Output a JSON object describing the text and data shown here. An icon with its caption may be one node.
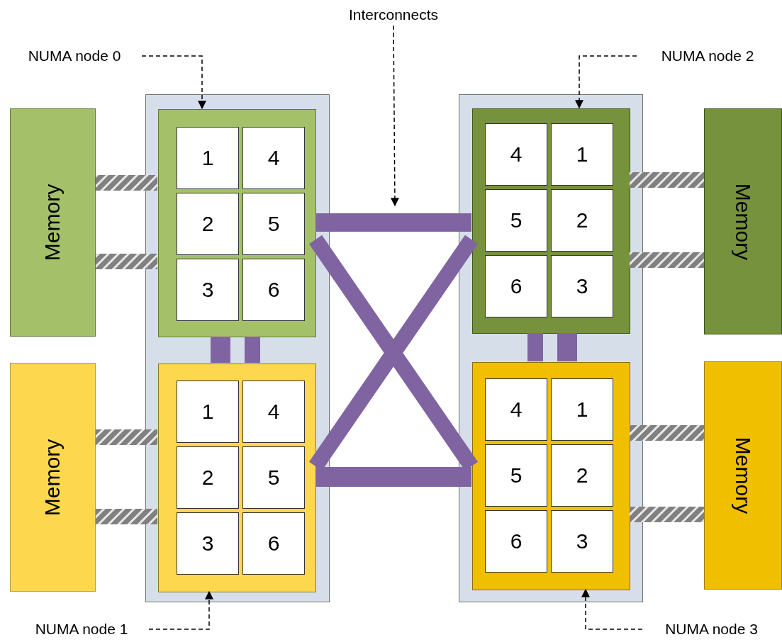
{
  "diagram": {
    "nodes": [
      {
        "text": [],
        "shape": "box"
      },
      {
        "text": [],
        "shape": "box",
        "in": 0
      },
      {
        "text": [
          "1"
        ],
        "in": 1
      },
      {
        "text": [
          "4"
        ],
        "in": 1
      },
      {
        "text": [
          "2"
        ],
        "in": 1
      },
      {
        "text": [
          "5"
        ],
        "in": 1
      },
      {
        "text": [
          "3"
        ],
        "in": 1
      },
      {
        "text": [
          "6"
        ],
        "in": 1
      },
      {
        "text": [],
        "shape": "box",
        "in": 0
      },
      {
        "text": [
          "1"
        ],
        "in": 8
      },
      {
        "text": [
          "4"
        ],
        "in": 8
      },
      {
        "text": [
          "2"
        ],
        "in": 8
      },
      {
        "text": [
          "5"
        ],
        "in": 8
      },
      {
        "text": [
          "3"
        ],
        "in": 8
      },
      {
        "text": [
          "6"
        ],
        "in": 8
      },
      {
        "text": [],
        "shape": "box"
      },
      {
        "text": [],
        "shape": "box",
        "in": 15
      },
      {
        "text": [
          "4"
        ],
        "in": 16
      },
      {
        "text": [
          "1"
        ],
        "in": 16
      },
      {
        "text": [
          "5"
        ],
        "in": 16
      },
      {
        "text": [
          "2"
        ],
        "in": 16
      },
      {
        "text": [
          "6"
        ],
        "in": 16
      },
      {
        "text": [
          "3"
        ],
        "in": 16
      },
      {
        "text": [],
        "shape": "box",
        "in": 15
      },
      {
        "text": [
          "4"
        ],
        "in": 23
      },
      {
        "text": [
          "1"
        ],
        "in": 23
      },
      {
        "text": [
          "5"
        ],
        "in": 23
      },
      {
        "text": [
          "2"
        ],
        "in": 23
      },
      {
        "text": [
          "6"
        ],
        "in": 23
      },
      {
        "text": [
          "3"
        ],
        "in": 23
      },
      {
        "text": [
          "Memory"
        ]
      },
      {
        "text": [
          "Memory"
        ]
      },
      {
        "text": [
          "Memory"
        ]
      },
      {
        "text": [
          "Memory"
        ]
      },
      {
        "text": [
          "NUMA node 0"
        ]
      },
      {
        "text": [
          "NUMA node 2"
        ]
      },
      {
        "text": [
          "NUMA node 1"
        ]
      },
      {
        "text": [
          "NUMA node 3"
        ]
      },
      {
        "text": [
          "Interconnects"
        ]
      }
    ],
    "edges": [
      {
        "from": 30,
        "to": 1,
        "arrow": "none",
        "style": "thick",
        "color": "#808080"
      },
      {
        "from": 30,
        "to": 1,
        "arrow": "none",
        "style": "thick",
        "color": "#808080"
      },
      {
        "from": 31,
        "to": 8,
        "arrow": "none",
        "style": "thick",
        "color": "#808080"
      },
      {
        "from": 31,
        "to": 8,
        "arrow": "none",
        "style": "thick",
        "color": "#808080"
      },
      {
        "from": 32,
        "to": 16,
        "arrow": "none",
        "style": "thick",
        "color": "#808080"
      },
      {
        "from": 32,
        "to": 16,
        "arrow": "none",
        "style": "thick",
        "color": "#808080"
      },
      {
        "from": 33,
        "to": 23,
        "arrow": "none",
        "style": "thick",
        "color": "#808080"
      },
      {
        "from": 33,
        "to": 23,
        "arrow": "none",
        "style": "thick",
        "color": "#808080"
      },
      {
        "from": 1,
        "to": 16,
        "arrow": "none",
        "color": "#8064a2"
      },
      {
        "from": 1,
        "to": 23,
        "arrow": "none",
        "color": "#8064a2"
      },
      {
        "from": 8,
        "to": 16,
        "arrow": "none",
        "color": "#8064a2"
      },
      {
        "from": 8,
        "to": 23,
        "arrow": "none",
        "color": "#8064a2"
      },
      {
        "from": 1,
        "to": 8,
        "arrow": "none",
        "color": "#8064a2"
      },
      {
        "from": 1,
        "to": 8,
        "arrow": "none",
        "color": "#8064a2"
      },
      {
        "from": 16,
        "to": 23,
        "arrow": "none",
        "color": "#8064a2"
      },
      {
        "from": 16,
        "to": 23,
        "arrow": "none",
        "color": "#8064a2"
      },
      {
        "from": 34,
        "to": 1,
        "arrow": "to",
        "style": "dashed",
        "color": "#000000"
      },
      {
        "from": 35,
        "to": 16,
        "arrow": "to",
        "style": "dashed",
        "color": "#000000"
      },
      {
        "from": 36,
        "to": 8,
        "arrow": "to",
        "style": "dashed",
        "color": "#000000"
      },
      {
        "from": 37,
        "to": 23,
        "arrow": "to",
        "style": "dashed",
        "color": "#000000"
      },
      {
        "from": 38,
        "to": null,
        "arrow": "to",
        "style": "dashed",
        "color": "#000000"
      }
    ]
  }
}
